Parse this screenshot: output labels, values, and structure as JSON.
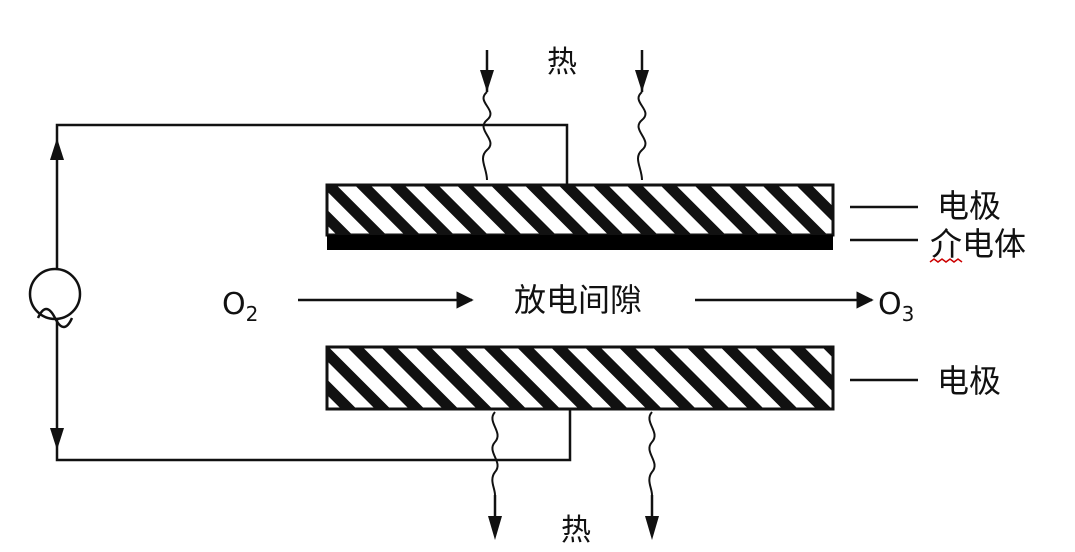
{
  "labels": {
    "heat": "热",
    "electrode": "电极",
    "dielectric": "介电体",
    "discharge_gap": "放电间隙",
    "oxygen_in": {
      "base": "O",
      "sub": "2"
    },
    "ozone_out": {
      "base": "O",
      "sub": "3"
    }
  },
  "colors": {
    "ink": "#111111",
    "dielectric_fill": "#000000",
    "spellcheck_underline": "#cc0000",
    "background": "#ffffff"
  }
}
